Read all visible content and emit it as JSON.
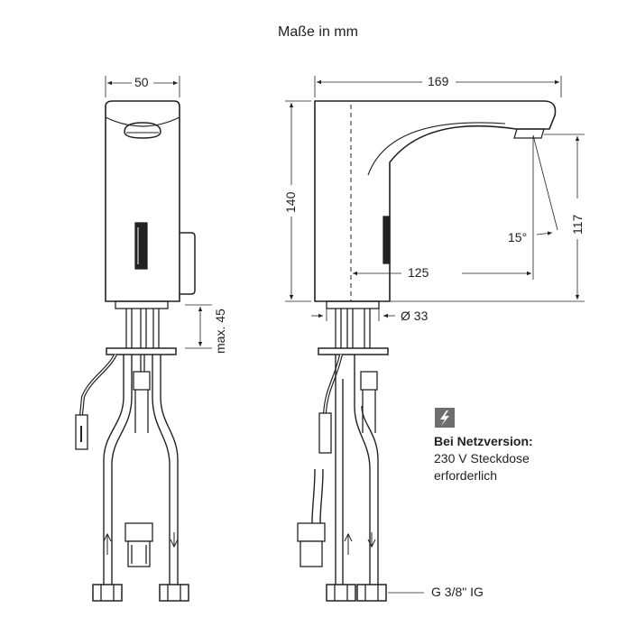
{
  "title": "Maße in mm",
  "dimensions": {
    "front_width": "50",
    "total_length": "169",
    "height": "140",
    "outlet_height": "117",
    "spout_reach": "125",
    "angle": "15°",
    "hole_diameter": "Ø 33",
    "max_deck": "max. 45",
    "connection": "G 3/8\" IG"
  },
  "note": {
    "icon": "lightning-icon",
    "heading": "Bei Netzversion:",
    "line1": "230 V Steckdose",
    "line2": "erforderlich"
  },
  "colors": {
    "stroke": "#222222",
    "fill": "#ffffff",
    "icon_bg": "#6e6e6e"
  }
}
